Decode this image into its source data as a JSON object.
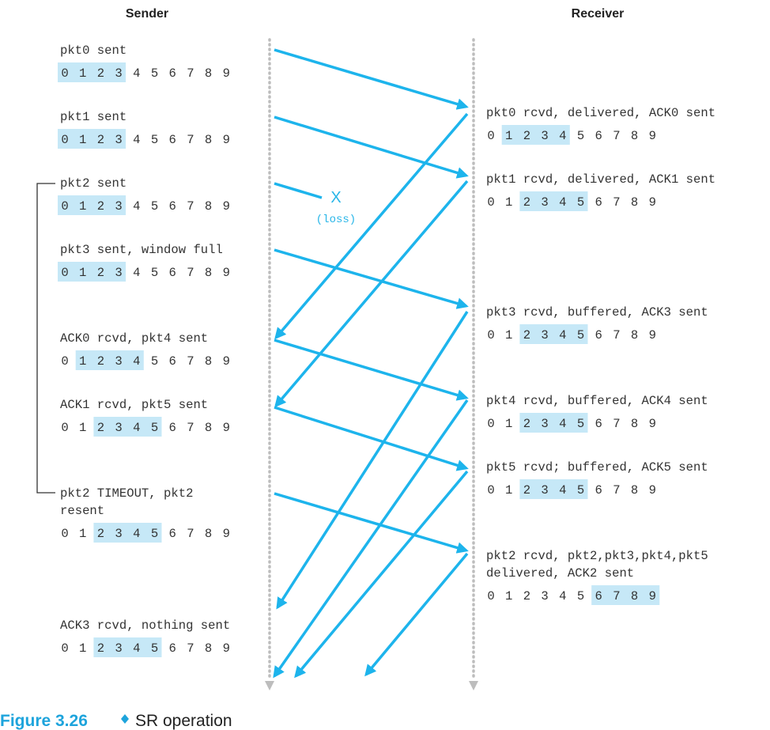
{
  "headers": {
    "sender": "Sender",
    "receiver": "Receiver"
  },
  "colors": {
    "arrow": "#1db4ec",
    "highlight": "#c6e8f7",
    "timeline": "#bdbdbd",
    "caption": "#1ea4dc"
  },
  "sequence_digits": [
    "0",
    "1",
    "2",
    "3",
    "4",
    "5",
    "6",
    "7",
    "8",
    "9"
  ],
  "sender_events": [
    {
      "lines": [
        "pkt0 sent"
      ],
      "window": [
        0,
        3
      ]
    },
    {
      "lines": [
        "pkt1 sent"
      ],
      "window": [
        0,
        3
      ]
    },
    {
      "lines": [
        "pkt2 sent"
      ],
      "window": [
        0,
        3
      ]
    },
    {
      "lines": [
        "pkt3 sent, window full"
      ],
      "window": [
        0,
        3
      ]
    },
    {
      "lines": [
        "ACK0 rcvd, pkt4 sent"
      ],
      "window": [
        1,
        4
      ]
    },
    {
      "lines": [
        "ACK1 rcvd, pkt5 sent"
      ],
      "window": [
        2,
        5
      ]
    },
    {
      "lines": [
        "pkt2 TIMEOUT, pkt2",
        "resent"
      ],
      "window": [
        2,
        5
      ]
    },
    {
      "lines": [
        "ACK3 rcvd, nothing sent"
      ],
      "window": [
        2,
        5
      ]
    }
  ],
  "receiver_events": [
    {
      "lines": [
        "pkt0 rcvd, delivered, ACK0 sent"
      ],
      "window": [
        1,
        4
      ]
    },
    {
      "lines": [
        "pkt1 rcvd, delivered, ACK1 sent"
      ],
      "window": [
        2,
        5
      ]
    },
    {
      "lines": [
        "pkt3 rcvd, buffered, ACK3 sent"
      ],
      "window": [
        2,
        5
      ]
    },
    {
      "lines": [
        "pkt4 rcvd, buffered, ACK4 sent"
      ],
      "window": [
        2,
        5
      ]
    },
    {
      "lines": [
        "pkt5 rcvd; buffered, ACK5 sent"
      ],
      "window": [
        2,
        5
      ]
    },
    {
      "lines": [
        "pkt2 rcvd, pkt2,pkt3,pkt4,pkt5",
        "delivered, ACK2 sent"
      ],
      "window": [
        6,
        9
      ]
    }
  ],
  "loss": {
    "mark": "X",
    "label": "(loss)"
  },
  "caption": {
    "number": "Figure 3.26",
    "text": "SR operation"
  }
}
